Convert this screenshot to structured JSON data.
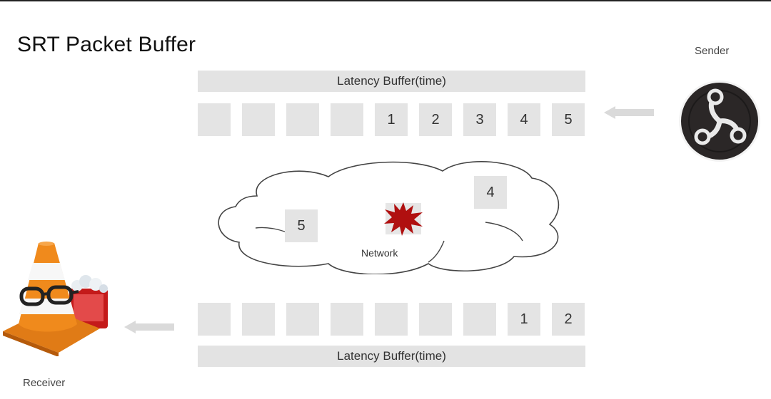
{
  "title": "SRT Packet Buffer",
  "sender": {
    "label": "Sender",
    "icon": "obs-logo-icon"
  },
  "receiver": {
    "label": "Receiver",
    "icon": "vlc-cone-icon"
  },
  "top_buffer": {
    "label": "Latency Buffer(time)",
    "packets": [
      "",
      "",
      "",
      "",
      "1",
      "2",
      "3",
      "4",
      "5"
    ]
  },
  "network": {
    "label": "Network",
    "packets": [
      "5",
      "4"
    ],
    "lost_packet_icon": "red-burst-icon"
  },
  "bottom_buffer": {
    "label": "Latency Buffer(time)",
    "packets": [
      "",
      "",
      "",
      "",
      "",
      "",
      "",
      "1",
      "2"
    ]
  },
  "colors": {
    "packet": "#e4e4e4",
    "arrow": "#d9d9d9",
    "loss": "#b01010"
  }
}
